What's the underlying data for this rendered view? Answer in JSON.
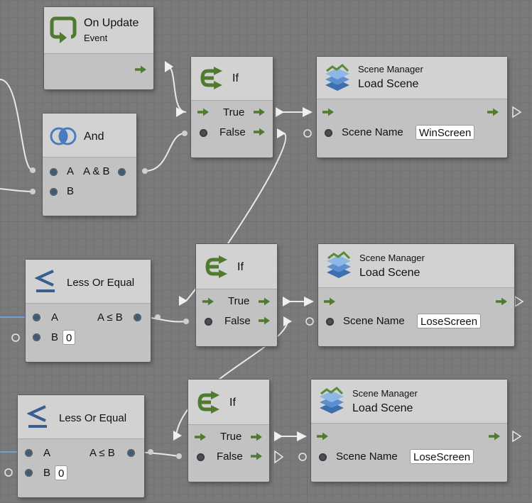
{
  "nodes": {
    "on_update": {
      "title": "On Update",
      "subtitle": "Event"
    },
    "and": {
      "title": "And",
      "port_a": "A",
      "port_b": "B",
      "out": "A & B"
    },
    "if1": {
      "title": "If",
      "true_label": "True",
      "false_label": "False"
    },
    "if2": {
      "title": "If",
      "true_label": "True",
      "false_label": "False"
    },
    "if3": {
      "title": "If",
      "true_label": "True",
      "false_label": "False"
    },
    "leq1": {
      "title": "Less Or Equal",
      "port_a": "A",
      "port_b": "B",
      "out": "A ≤ B",
      "b_value": "0"
    },
    "leq2": {
      "title": "Less Or Equal",
      "port_a": "A",
      "port_b": "B",
      "out": "A ≤ B",
      "b_value": "0"
    },
    "scene1": {
      "category": "Scene Manager",
      "title": "Load Scene",
      "param_label": "Scene Name",
      "param_value": "WinScreen"
    },
    "scene2": {
      "category": "Scene Manager",
      "title": "Load Scene",
      "param_label": "Scene Name",
      "param_value": "LoseScreen"
    },
    "scene3": {
      "category": "Scene Manager",
      "title": "Load Scene",
      "param_label": "Scene Name",
      "param_value": "LoseScreen"
    }
  },
  "colors": {
    "canvas": "#7a7a7a",
    "node_body": "#c2c2c2",
    "node_header": "#d2d2d2",
    "flow_arrow": "#4f7a2f",
    "wire": "#e9e9e9",
    "value_port": "#3f5a75"
  }
}
